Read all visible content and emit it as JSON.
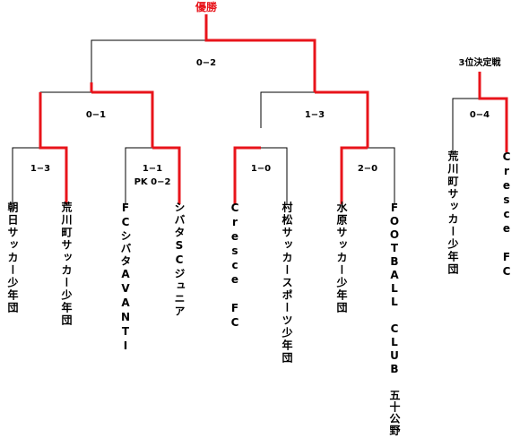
{
  "champion_label": "優勝",
  "main_bracket": {
    "final_score": "0−2",
    "semi_left_score": "0−1",
    "semi_right_score": "1−3",
    "round1": [
      {
        "score": "1−3"
      },
      {
        "score": "1−1",
        "pk": "PK 0−2"
      },
      {
        "score": "1−0"
      },
      {
        "score": "2−0"
      }
    ],
    "teams": [
      "朝日サッカー少年団",
      "荒川町サッカー少年団",
      "FCシバタAVANTI",
      "シバタSCジュニア",
      "Cresce FC",
      "村松サッカースポーツ少年団",
      "水原サッカー少年団",
      "FOOTBALL CLUB 五十公野"
    ]
  },
  "third_place": {
    "title": "3位決定戦",
    "score": "0−4",
    "teams": [
      "荒川町サッカー少年団",
      "Cresce FC"
    ]
  },
  "colors": {
    "winner_line": "#e8141b",
    "line": "#000000"
  }
}
